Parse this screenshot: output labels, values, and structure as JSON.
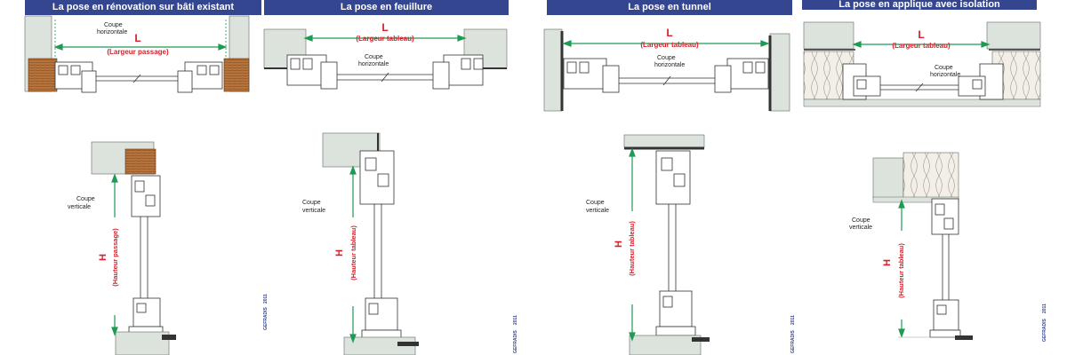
{
  "colors": {
    "band": "#34468f",
    "accent_red": "#d81e2a",
    "dimension_green": "#1f9a54",
    "wall": "#dbe3dc",
    "wood": "#b8743c"
  },
  "panels": [
    {
      "title": "La pose en rénovation sur bâti existant",
      "horizontal": {
        "line1": "Coupe",
        "line2": "horizontale",
        "dim_letter": "L",
        "dim_text": "(Largeur passage)"
      },
      "vertical": {
        "line1": "Coupe",
        "line2": "verticale",
        "dim_letter": "H",
        "dim_text": "(Hauteur passage)"
      },
      "copyright": {
        "brand": "GEFRADIS",
        "year": "2011"
      }
    },
    {
      "title": "La pose en feuillure",
      "horizontal": {
        "line1": "Coupe",
        "line2": "horizontale",
        "dim_letter": "L",
        "dim_text": "(Largeur tableau)"
      },
      "vertical": {
        "line1": "Coupe",
        "line2": "verticale",
        "dim_letter": "H",
        "dim_text": "(Hauteur tableau)"
      },
      "copyright": {
        "brand": "GEFRADIS",
        "year": "2011"
      }
    },
    {
      "title": "La pose en tunnel",
      "horizontal": {
        "line1": "Coupe",
        "line2": "horizontale",
        "dim_letter": "L",
        "dim_text": "(Largeur tableau)"
      },
      "vertical": {
        "line1": "Coupe",
        "line2": "verticale",
        "dim_letter": "H",
        "dim_text": "(Hauteur tableau)"
      },
      "copyright": {
        "brand": "GEFRADIS",
        "year": "2011"
      }
    },
    {
      "title": "La pose en applique avec isolation",
      "horizontal": {
        "line1": "Coupe",
        "line2": "horizontale",
        "dim_letter": "L",
        "dim_text": "(Largeur tableau)"
      },
      "vertical": {
        "line1": "Coupe",
        "line2": "verticale",
        "dim_letter": "H",
        "dim_text": "(Hauteur tableau)"
      },
      "copyright": {
        "brand": "GEFRADIS",
        "year": "2011"
      }
    }
  ]
}
